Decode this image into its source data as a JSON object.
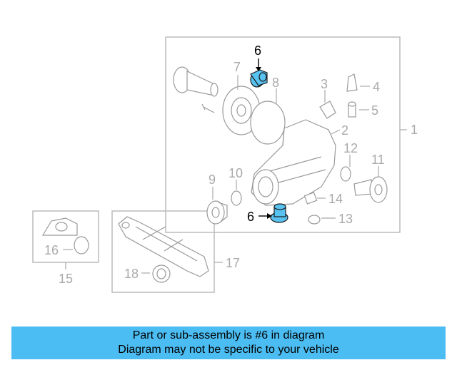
{
  "callouts": {
    "c1": "1",
    "c2": "2",
    "c3": "3",
    "c4": "4",
    "c5": "5",
    "c6a": "6",
    "c6b": "6",
    "c7": "7",
    "c8": "8",
    "c9": "9",
    "c10": "10",
    "c11": "11",
    "c12": "12",
    "c13": "13",
    "c14": "14",
    "c15": "15",
    "c16": "16",
    "c17": "17",
    "c18": "18"
  },
  "caption": {
    "line1": "Part or sub-assembly is #6 in diagram",
    "line2": "Diagram may not be specific to your vehicle"
  },
  "colors": {
    "highlight": "#58c3f0",
    "caption_bg": "#4cbdf2",
    "line": "#9a9a9a"
  }
}
